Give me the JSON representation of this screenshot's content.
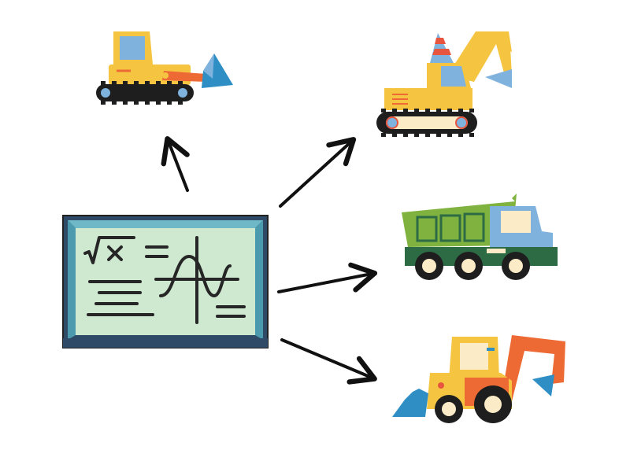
{
  "diagram": {
    "center": {
      "icon": "chalkboard-math-icon",
      "formula_symbol": "√×"
    },
    "targets": [
      {
        "icon": "bulldozer-icon"
      },
      {
        "icon": "excavator-icon"
      },
      {
        "icon": "dump-truck-icon"
      },
      {
        "icon": "backhoe-loader-icon"
      }
    ],
    "arrows": [
      {
        "from": "chalkboard",
        "to": "bulldozer"
      },
      {
        "from": "chalkboard",
        "to": "excavator"
      },
      {
        "from": "chalkboard",
        "to": "dump-truck"
      },
      {
        "from": "chalkboard",
        "to": "backhoe-loader"
      }
    ]
  },
  "colors": {
    "yellow": "#F5C542",
    "orange": "#EE6A35",
    "blue": "#2F8FC5",
    "light_blue": "#7FB3DE",
    "track_black": "#1E1E1E",
    "board_frame": "#2E4A66",
    "board_inner": "#5FAFA6",
    "board_surface": "#CFE8D0",
    "truck_green": "#7FB23F",
    "truck_dark_green": "#2D6B45",
    "wheel_hub": "#FCEBC7",
    "cone_red": "#E8553F",
    "ink": "#262626"
  }
}
